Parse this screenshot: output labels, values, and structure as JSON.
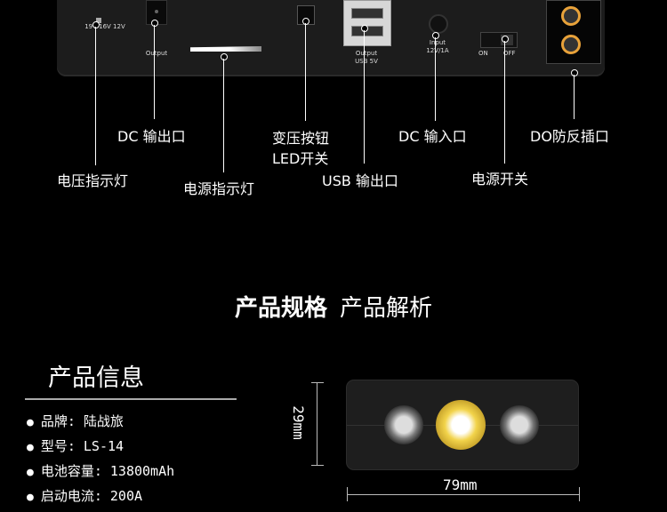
{
  "panel": {
    "slider_marks": "19V 16V 12V",
    "dc_output": "Output",
    "usb_output": "Output\nUSB 5V",
    "input_text": "Input\n12V/1A",
    "on": "ON",
    "off": "OFF"
  },
  "callouts": {
    "voltage_indicator": "电压指示灯",
    "dc_output": "DC 输出口",
    "power_indicator": "电源指示灯",
    "voltage_button": "变压按钮",
    "led_switch": "LED开关",
    "usb_output": "USB 输出口",
    "dc_input": "DC 输入口",
    "power_switch": "电源开关",
    "do_socket": "DO防反插口"
  },
  "section": {
    "title_bold": "产品规格",
    "title_light": "产品解析"
  },
  "info": {
    "title": "产品信息",
    "items": [
      "品牌: 陆战旅",
      "型号: LS-14",
      "电池容量: 13800mAh",
      "启动电流: 200A"
    ]
  },
  "dimensions": {
    "height": "29mm",
    "width": "79mm"
  },
  "colors": {
    "background": "#000000",
    "accent_orange": "#e8a23a",
    "led_yellow": "#f2d34a"
  }
}
